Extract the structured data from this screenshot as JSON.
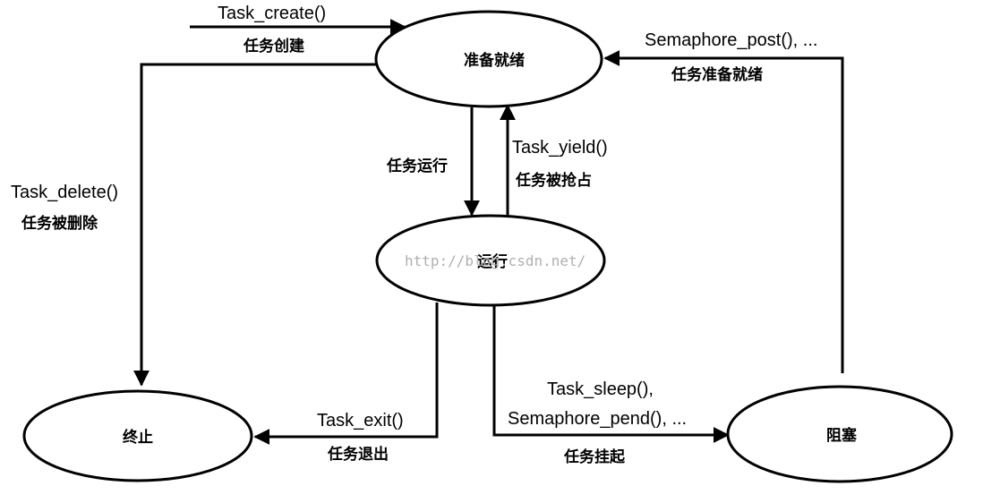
{
  "states": {
    "ready": "准备就绪",
    "running": "运行",
    "terminated": "终止",
    "blocked": "阻塞"
  },
  "transitions": {
    "create": {
      "fn": "Task_create()",
      "desc": "任务创建"
    },
    "delete": {
      "fn": "Task_delete()",
      "desc": "任务被删除"
    },
    "run": {
      "desc": "任务运行"
    },
    "yield": {
      "fn": "Task_yield()",
      "desc": "任务被抢占"
    },
    "post": {
      "fn": "Semaphore_post(), ...",
      "desc": "任务准备就绪"
    },
    "exit": {
      "fn": "Task_exit()",
      "desc": "任务退出"
    },
    "sleep": {
      "fn1": "Task_sleep(),",
      "fn2": "Semaphore_pend(), ...",
      "desc": "任务挂起"
    }
  },
  "watermark": "http://blog.csdn.net/"
}
